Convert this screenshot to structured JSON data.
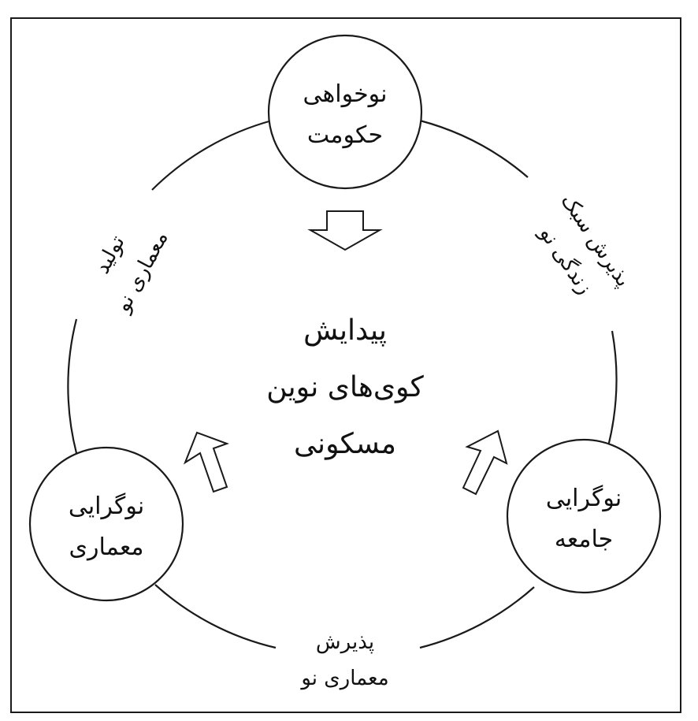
{
  "colors": {
    "stroke": "#1a1a1a",
    "fill": "#ffffff",
    "text": "#111111"
  },
  "center": {
    "line1": "پیدایش",
    "line2": "کوی‌های نوین",
    "line3": "مسکونی"
  },
  "nodes": {
    "top": {
      "line1": "نوخواهی",
      "line2": "حکومت"
    },
    "left": {
      "line1": "نوگرایی",
      "line2": "معماری"
    },
    "right": {
      "line1": "نوگرایی",
      "line2": "جامعه"
    }
  },
  "edges": {
    "top_left": {
      "line1": "تولید",
      "line2": "معماری نو"
    },
    "top_right": {
      "line1": "پذیرش سبک",
      "line2": "زندگی نو"
    },
    "bottom": {
      "line1": "پذیرش",
      "line2": "معماری نو"
    }
  }
}
